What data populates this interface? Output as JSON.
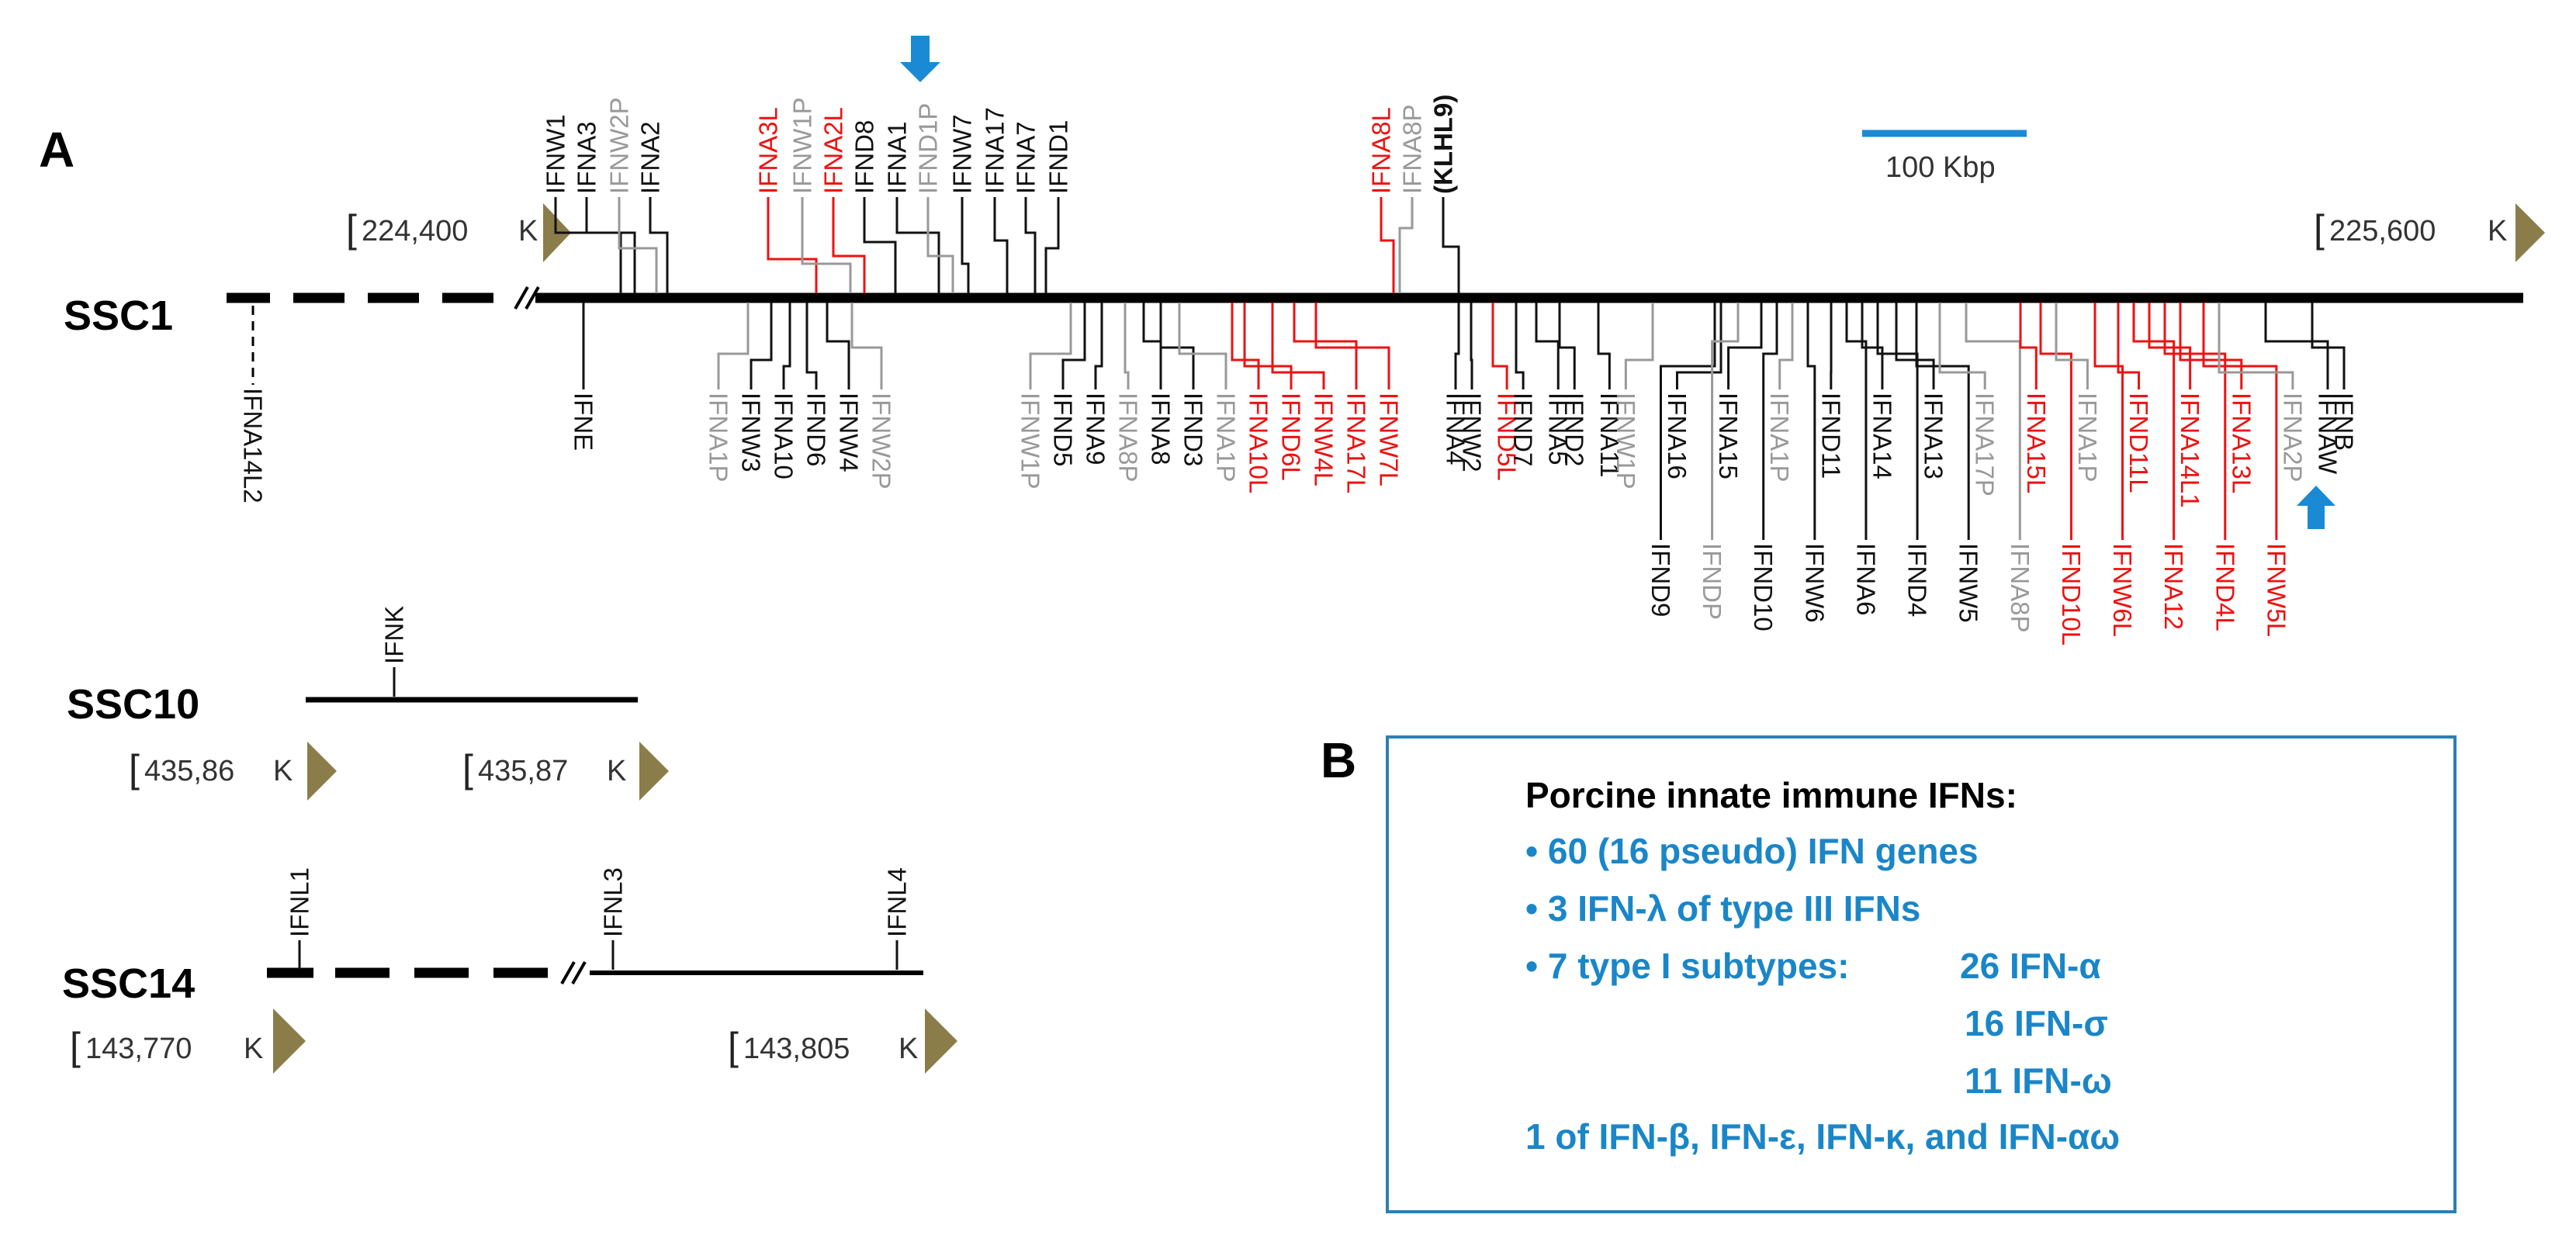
{
  "panel_a_label": "A",
  "panel_b_label": "B",
  "scale_bar_label": "100 Kbp",
  "colors": {
    "normal": "#111111",
    "pseudo": "#999999",
    "highlight": "#ee1111",
    "arrow": "#1a8ad4",
    "triangle": "#8b7d4a",
    "box_border": "#2e7fb0",
    "box_text": "#1a86c8"
  },
  "chromosomes": [
    {
      "name": "SSC1",
      "coords": [
        "224,400",
        "225,600"
      ]
    },
    {
      "name": "SSC10",
      "coords": [
        "435,86",
        "435,87"
      ]
    },
    {
      "name": "SSC14",
      "coords": [
        "143,770",
        "143,805"
      ]
    }
  ],
  "coord_unit": "K",
  "genes_ssc1_top": [
    {
      "name": "IFNW1",
      "color": "black"
    },
    {
      "name": "IFNA3",
      "color": "black"
    },
    {
      "name": "IFNW2P",
      "color": "gray"
    },
    {
      "name": "IFNA2",
      "color": "black"
    },
    {
      "name": "IFNA3L",
      "color": "red"
    },
    {
      "name": "IFNW1P",
      "color": "gray"
    },
    {
      "name": "IFNA2L",
      "color": "red"
    },
    {
      "name": "IFND8",
      "color": "black"
    },
    {
      "name": "IFNA1",
      "color": "black"
    },
    {
      "name": "IFND1P",
      "color": "gray"
    },
    {
      "name": "IFNW7",
      "color": "black"
    },
    {
      "name": "IFNA17",
      "color": "black"
    },
    {
      "name": "IFNA7",
      "color": "black"
    },
    {
      "name": "IFND1",
      "color": "black"
    },
    {
      "name": "IFNA8L",
      "color": "red"
    },
    {
      "name": "IFNA8P",
      "color": "gray"
    },
    {
      "name": "(KLHL9)",
      "color": "black"
    }
  ],
  "genes_ssc1_bottom": [
    {
      "name": "IFNA14L2",
      "color": "black"
    },
    {
      "name": "IFNE",
      "color": "black"
    },
    {
      "name": "IFNA1P",
      "color": "gray"
    },
    {
      "name": "IFNW3",
      "color": "black"
    },
    {
      "name": "IFNA10",
      "color": "black"
    },
    {
      "name": "IFND6",
      "color": "black"
    },
    {
      "name": "IFNW4",
      "color": "black"
    },
    {
      "name": "IFNW2P",
      "color": "gray"
    },
    {
      "name": "IFNW1P",
      "color": "gray"
    },
    {
      "name": "IFND5",
      "color": "black"
    },
    {
      "name": "IFNA9",
      "color": "black"
    },
    {
      "name": "IFNA8P",
      "color": "gray"
    },
    {
      "name": "IFNA8",
      "color": "black"
    },
    {
      "name": "IFND3",
      "color": "black"
    },
    {
      "name": "IFNA1P",
      "color": "gray"
    },
    {
      "name": "IFNA10L",
      "color": "red"
    },
    {
      "name": "IFND6L",
      "color": "red"
    },
    {
      "name": "IFNW4L",
      "color": "red"
    },
    {
      "name": "IFNA17L",
      "color": "red"
    },
    {
      "name": "IFNW7L",
      "color": "red"
    },
    {
      "name": "IFNA4",
      "color": "black"
    },
    {
      "name": "IFNW2",
      "color": "black"
    },
    {
      "name": "IFND5L",
      "color": "red"
    },
    {
      "name": "IFND7",
      "color": "black"
    },
    {
      "name": "IFNA5",
      "color": "black"
    },
    {
      "name": "IFND2",
      "color": "black"
    },
    {
      "name": "IFNA11",
      "color": "black"
    },
    {
      "name": "IFNW1P",
      "color": "gray"
    },
    {
      "name": "IFND9",
      "color": "black"
    },
    {
      "name": "IFNA16",
      "color": "black"
    },
    {
      "name": "IFNDP",
      "color": "gray"
    },
    {
      "name": "IFNA15",
      "color": "black"
    },
    {
      "name": "IFND10",
      "color": "black"
    },
    {
      "name": "IFNA1P",
      "color": "gray"
    },
    {
      "name": "IFNW6",
      "color": "black"
    },
    {
      "name": "IFND11",
      "color": "black"
    },
    {
      "name": "IFNA6",
      "color": "black"
    },
    {
      "name": "IFNA14",
      "color": "black"
    },
    {
      "name": "IFND4",
      "color": "black"
    },
    {
      "name": "IFNA13",
      "color": "black"
    },
    {
      "name": "IFNW5",
      "color": "black"
    },
    {
      "name": "IFNA17P",
      "color": "gray"
    },
    {
      "name": "IFNA8P",
      "color": "gray"
    },
    {
      "name": "IFNA15L",
      "color": "red"
    },
    {
      "name": "IFND10L",
      "color": "red"
    },
    {
      "name": "IFNA1P",
      "color": "gray"
    },
    {
      "name": "IFNW6L",
      "color": "red"
    },
    {
      "name": "IFND11L",
      "color": "red"
    },
    {
      "name": "IFNA12",
      "color": "red"
    },
    {
      "name": "IFNA14L1",
      "color": "red"
    },
    {
      "name": "IFND4L",
      "color": "red"
    },
    {
      "name": "IFNA13L",
      "color": "red"
    },
    {
      "name": "IFNW5L",
      "color": "red"
    },
    {
      "name": "IFNA2P",
      "color": "gray"
    },
    {
      "name": "IFNAW",
      "color": "black"
    },
    {
      "name": "IFNB",
      "color": "black"
    }
  ],
  "genes_ssc10": [
    {
      "name": "IFNK",
      "color": "black"
    }
  ],
  "genes_ssc14": [
    {
      "name": "IFNL1",
      "color": "black"
    },
    {
      "name": "IFNL3",
      "color": "black"
    },
    {
      "name": "IFNL4",
      "color": "black"
    }
  ],
  "summary_box": {
    "title": "Porcine innate immune IFNs:",
    "bullet1": "• 60 (16 pseudo) IFN genes",
    "bullet2": "• 3 IFN-λ of type III IFNs",
    "bullet3": "• 7 type I subtypes:",
    "sub1": "26 IFN-α",
    "sub2": "16 IFN-σ",
    "sub3": "11 IFN-ω",
    "last": "1 of IFN-β, IFN-ε, IFN-κ, and IFN-αω"
  }
}
